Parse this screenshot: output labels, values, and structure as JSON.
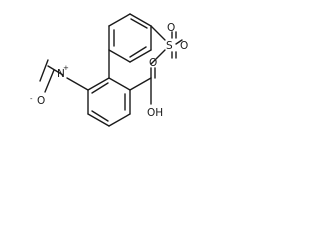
{
  "molecule": {
    "atoms": {
      "sulfur": "S",
      "sulfonyl_oxygen_top": "O",
      "sulfonyl_oxygen_bottom": "O",
      "nitro_oxygen": "O",
      "nitro_nitrogen": "N",
      "nitro_nitrogen_charge": "+",
      "nitro_oxygen_charge": "-",
      "carboxyl_oxygen": "O",
      "carboxyl_hydroxyl": "OH"
    },
    "colors": {
      "bond": "#1a1a1a",
      "label": "#1a1a1a",
      "background": "#ffffff"
    }
  }
}
